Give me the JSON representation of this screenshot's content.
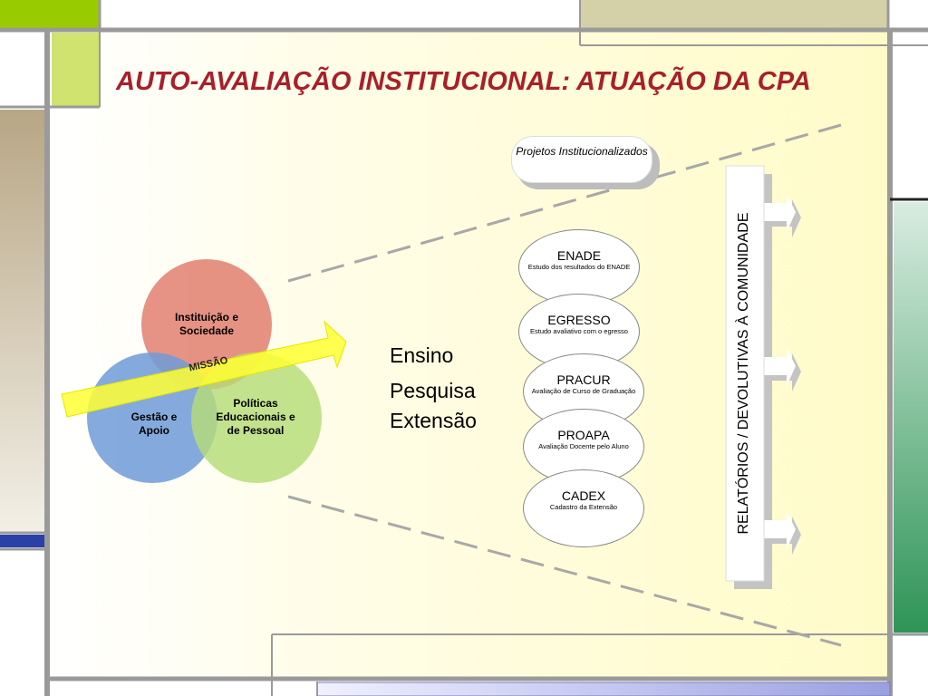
{
  "title": "AUTO-AVALIAÇÃO INSTITUCIONAL: ATUAÇÃO DA CPA",
  "venn": {
    "circle1": "Instituição e Sociedade",
    "circle2": "Gestão e Apoio",
    "circle3": "Políticas Educacionais e de Pessoal",
    "arrow_label": "MISSÃO"
  },
  "projects_label": "Projetos Institucionalizados",
  "pillars": [
    "Ensino",
    "Pesquisa",
    "Extensão"
  ],
  "programs": [
    {
      "name": "ENADE",
      "desc": "Estudo dos resultados do ENADE"
    },
    {
      "name": "EGRESSO",
      "desc": "Estudo avaliativo com o egresso"
    },
    {
      "name": "PRACUR",
      "desc": "Avaliação de Curso de Graduação"
    },
    {
      "name": "PROAPA",
      "desc": "Avaliação Docente pelo Aluno"
    },
    {
      "name": "CADEX",
      "desc": "Cadastro da Extensão"
    }
  ],
  "reports_label": "RELATÓRIOS / DEVOLUTIVAS À COMUNIDADE",
  "colors": {
    "title": "#a8202a",
    "circle1": "#e4897a",
    "circle2": "#6f9bd8",
    "circle3": "#b6dc78",
    "arrow": "#ffff33"
  }
}
